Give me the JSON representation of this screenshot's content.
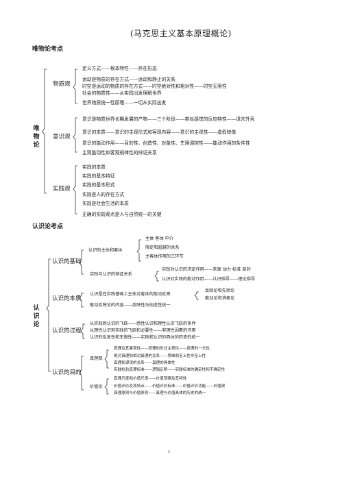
{
  "title": "(马克思主义基本原理概论)",
  "materialism": {
    "heading": "唯物论考点",
    "vertical_label": "唯物论",
    "matter": {
      "label": "物质观",
      "items": [
        "定义方式——根本特性——存在形态",
        "运动是物质的存在方式——运动和静止的关系",
        "时空是运动的物质的存在方式——时空绝对性和相对性——时空无限性",
        "社会的物质性——从实践出发理解世界",
        "世界物质统一性原理——一切从实际出发"
      ]
    },
    "consciousness": {
      "label": "意识观",
      "items": [
        "意识是物质世界长期发展的产物——三个阶段——类似感觉的反应特性——语言外壳",
        "意识的本质——意识的主观形式和客观内容——意识的主观性——虚假映像",
        "意识的能动作用——目的性、创造性、对象性、生理调控性——能动作用的条件性",
        "主观能动性和客观规律性的辩证关系"
      ]
    },
    "practice": {
      "label": "实践观",
      "items": [
        "实践的本质",
        "实践的基本特征",
        "实践的基本形式",
        "实践是人的存在方式",
        "实践是社会生活的本质",
        "正确的实践观点是人与自然统一的关键"
      ]
    }
  },
  "epistemology": {
    "heading": "认识论考点",
    "vertical_label": "认识论",
    "basis": {
      "label": "认识的基础",
      "subject_object": {
        "label": "认识的主体和客体",
        "items": [
          "主体  客体  中介",
          "限定和超越的关系",
          "主客体作用的三环节"
        ]
      },
      "practice_dialectic": {
        "label": "实践与认识的辩证关系",
        "items": [
          "实践对认识的决定作用——来源  动力  标准  目的",
          "认识对实践的能动作用——认识指导——理论指导"
        ]
      }
    },
    "essence": {
      "label": "认识的本质",
      "reflection": {
        "label": "认识是在实践基础上主体对客体的能动反映",
        "items": [
          "反映论和先验论",
          "能动论和消极论"
        ]
      },
      "content": "能动反映论的内容——反映性与创造性统一"
    },
    "process": {
      "label": "认识的过程",
      "items": [
        "从实践到认识的飞跃——感性认识和理性认识飞跃的条件",
        "从理性认识到实践的飞跃和必要性——非理性因素的作用",
        "认识的反复性和无限性——实践和认识的具体的历史的统一"
      ]
    },
    "goal": {
      "label": "认识的目的",
      "truth": {
        "label": "真理观",
        "items": [
          "真理及其客观性——真理的形式主观性——真理的一元性",
          "绝对真理和相对真理的关系——思维和至上性非至上性",
          "真理和谬误的关系——真理的具体性",
          "实践检验真理标准——逻辑证明——实践标准的确定性和不确定性"
        ]
      },
      "value": {
        "label": "价值论",
        "items": [
          "真理尺度和价值尺度——价值范畴及其特性",
          "价值评价及其特点——价值评价标准——价值评价功能——价值观",
          "真理原则与价值原则——真理与价值具体的历史的统一"
        ]
      }
    }
  },
  "page_number": "1"
}
